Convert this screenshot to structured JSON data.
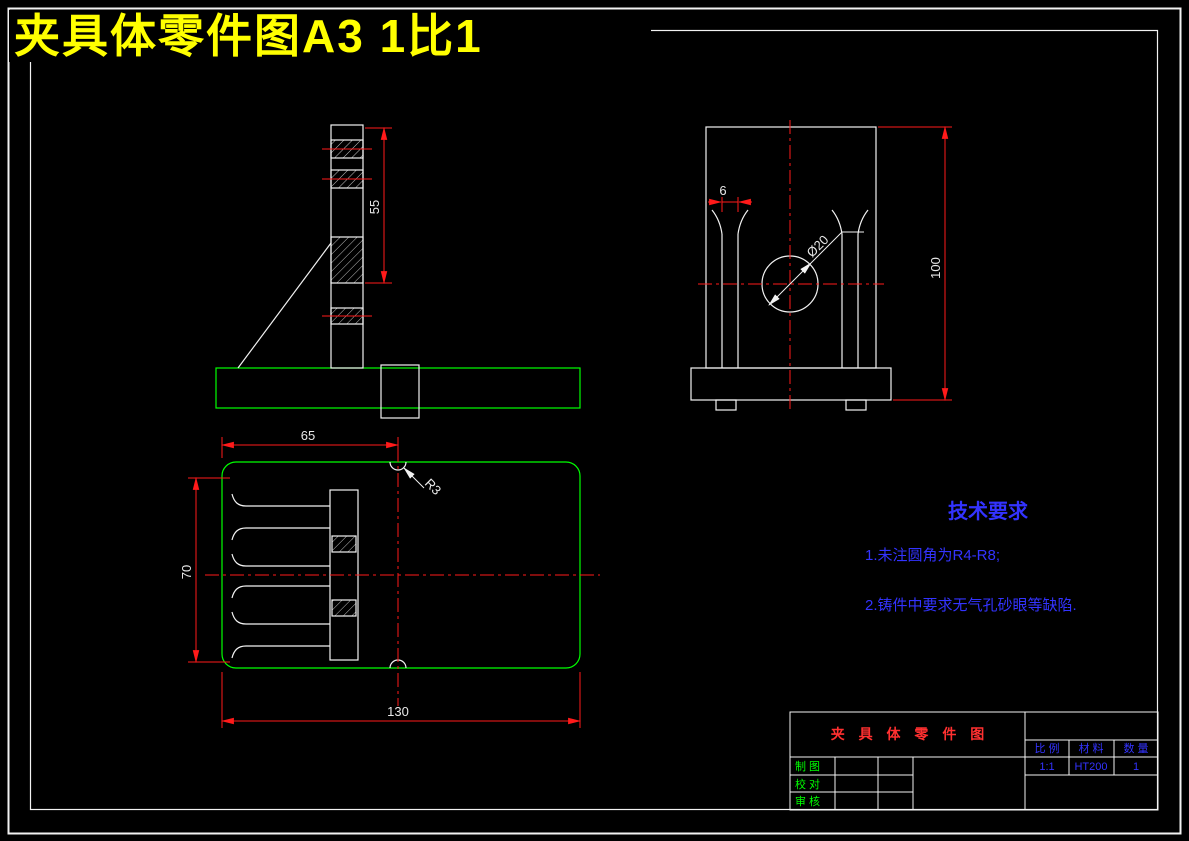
{
  "page_title": "夹具体零件图A3 1比1",
  "dimensions": {
    "side_height": "55",
    "slot_width": "6",
    "hole_diameter": "Ø20",
    "front_height": "100",
    "top_width_left": "65",
    "top_depth": "70",
    "top_width_total": "130",
    "notch_radius": "R3"
  },
  "tech_requirements": {
    "title": "技术要求",
    "items": [
      "1.未注圆角为R4-R8;",
      "2.铸件中要求无气孔砂眼等缺陷."
    ]
  },
  "title_block": {
    "drawing_name": "夹 具 体 零 件 图",
    "headers": {
      "scale": "比 例",
      "material": "材 料",
      "quantity": "数 量"
    },
    "values": {
      "scale": "1:1",
      "material": "HT200",
      "quantity": "1"
    },
    "rows": {
      "draft": "制 图",
      "check": "校 对",
      "review": "审 核"
    }
  },
  "colors": {
    "background": "#000000",
    "outline_white": "#f2f2f2",
    "part_green": "#00ff00",
    "dimension_red": "#ff1a1a",
    "title_yellow": "#ffff00",
    "tech_blue": "#3333ff",
    "block_red": "#ff3030",
    "block_green": "#00ff00"
  }
}
